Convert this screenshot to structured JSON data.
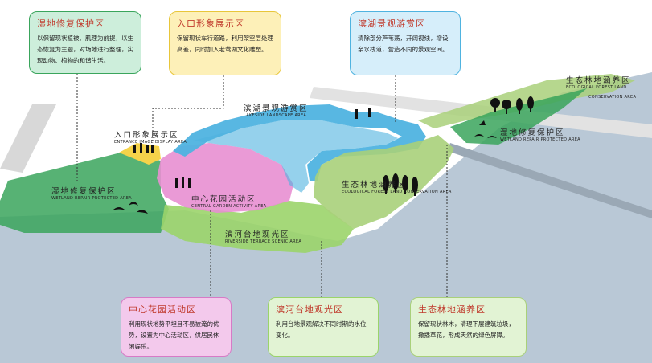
{
  "callouts": {
    "wetland_west": {
      "title": "湿地修复保护区",
      "desc": "以保留现状植被、肌理为前提，以生态恢复为主题，对场地进行整理，实现动物、植物的和谐生活。"
    },
    "entrance": {
      "title": "入口形象展示区",
      "desc": "保留现状车行道路，利用架空层处理高差，同时加入老莺湖文化雕塑。"
    },
    "lakeside": {
      "title": "滨湖景观游赏区",
      "desc": "清除部分芦苇荡，开阔视线，增设亲水栈道，营造不同的景观空间。"
    },
    "central_garden": {
      "title": "中心花园活动区",
      "desc": "利用现状地势平坦且不易被淹的优势，设置为中心活动区，供居民休闲娱乐。"
    },
    "riverside": {
      "title": "滨河台地观光区",
      "desc": "利用台地景观解决不同时期的水位变化。"
    },
    "eco_forest": {
      "title": "生态林地涵养区",
      "desc": "保留现状林木，清理下层建筑垃圾，撒播草花，形成天然的绿色屏障。"
    }
  },
  "map_labels": {
    "lakeside": {
      "zh": "滨湖景观游赏区",
      "en": "LAKESIDE LANDSCAPE AREA"
    },
    "entrance": {
      "zh": "入口形象展示区",
      "en": "ENTRANCE IMAGE DISPLAY AREA"
    },
    "wetland_west": {
      "zh": "湿地修复保护区",
      "en": "WETLAND REPAIR PROTECTED AREA"
    },
    "central_garden": {
      "zh": "中心花园活动区",
      "en": "CENTRAL GARDEN ACTIVITY AREA"
    },
    "riverside": {
      "zh": "滨河台地观光区",
      "en": "RIVERSIDE TERRACE SCENIC AREA"
    },
    "eco_forest_mid": {
      "zh": "生态林地涵养区",
      "en": "ECOLOGICAL FOREST LAND CONSERVATION AREA"
    },
    "eco_forest_ne_zh": "生态林地涵养区",
    "eco_forest_ne_en1": "ECOLOGICAL FOREST LAND",
    "eco_forest_ne_en2": "CONSERVATION AREA",
    "wetland_east": {
      "zh": "湿地修复保护区",
      "en": "WETLAND REPAIR PROTECTED AREA"
    }
  },
  "colors": {
    "river": "#b9c8d6",
    "lake": "#4fb3e0",
    "wetland": "#3aa55c",
    "forest": "#a9d07a",
    "garden": "#e88fd2",
    "entrance": "#f5d34a",
    "riverside": "#9bd46a"
  }
}
